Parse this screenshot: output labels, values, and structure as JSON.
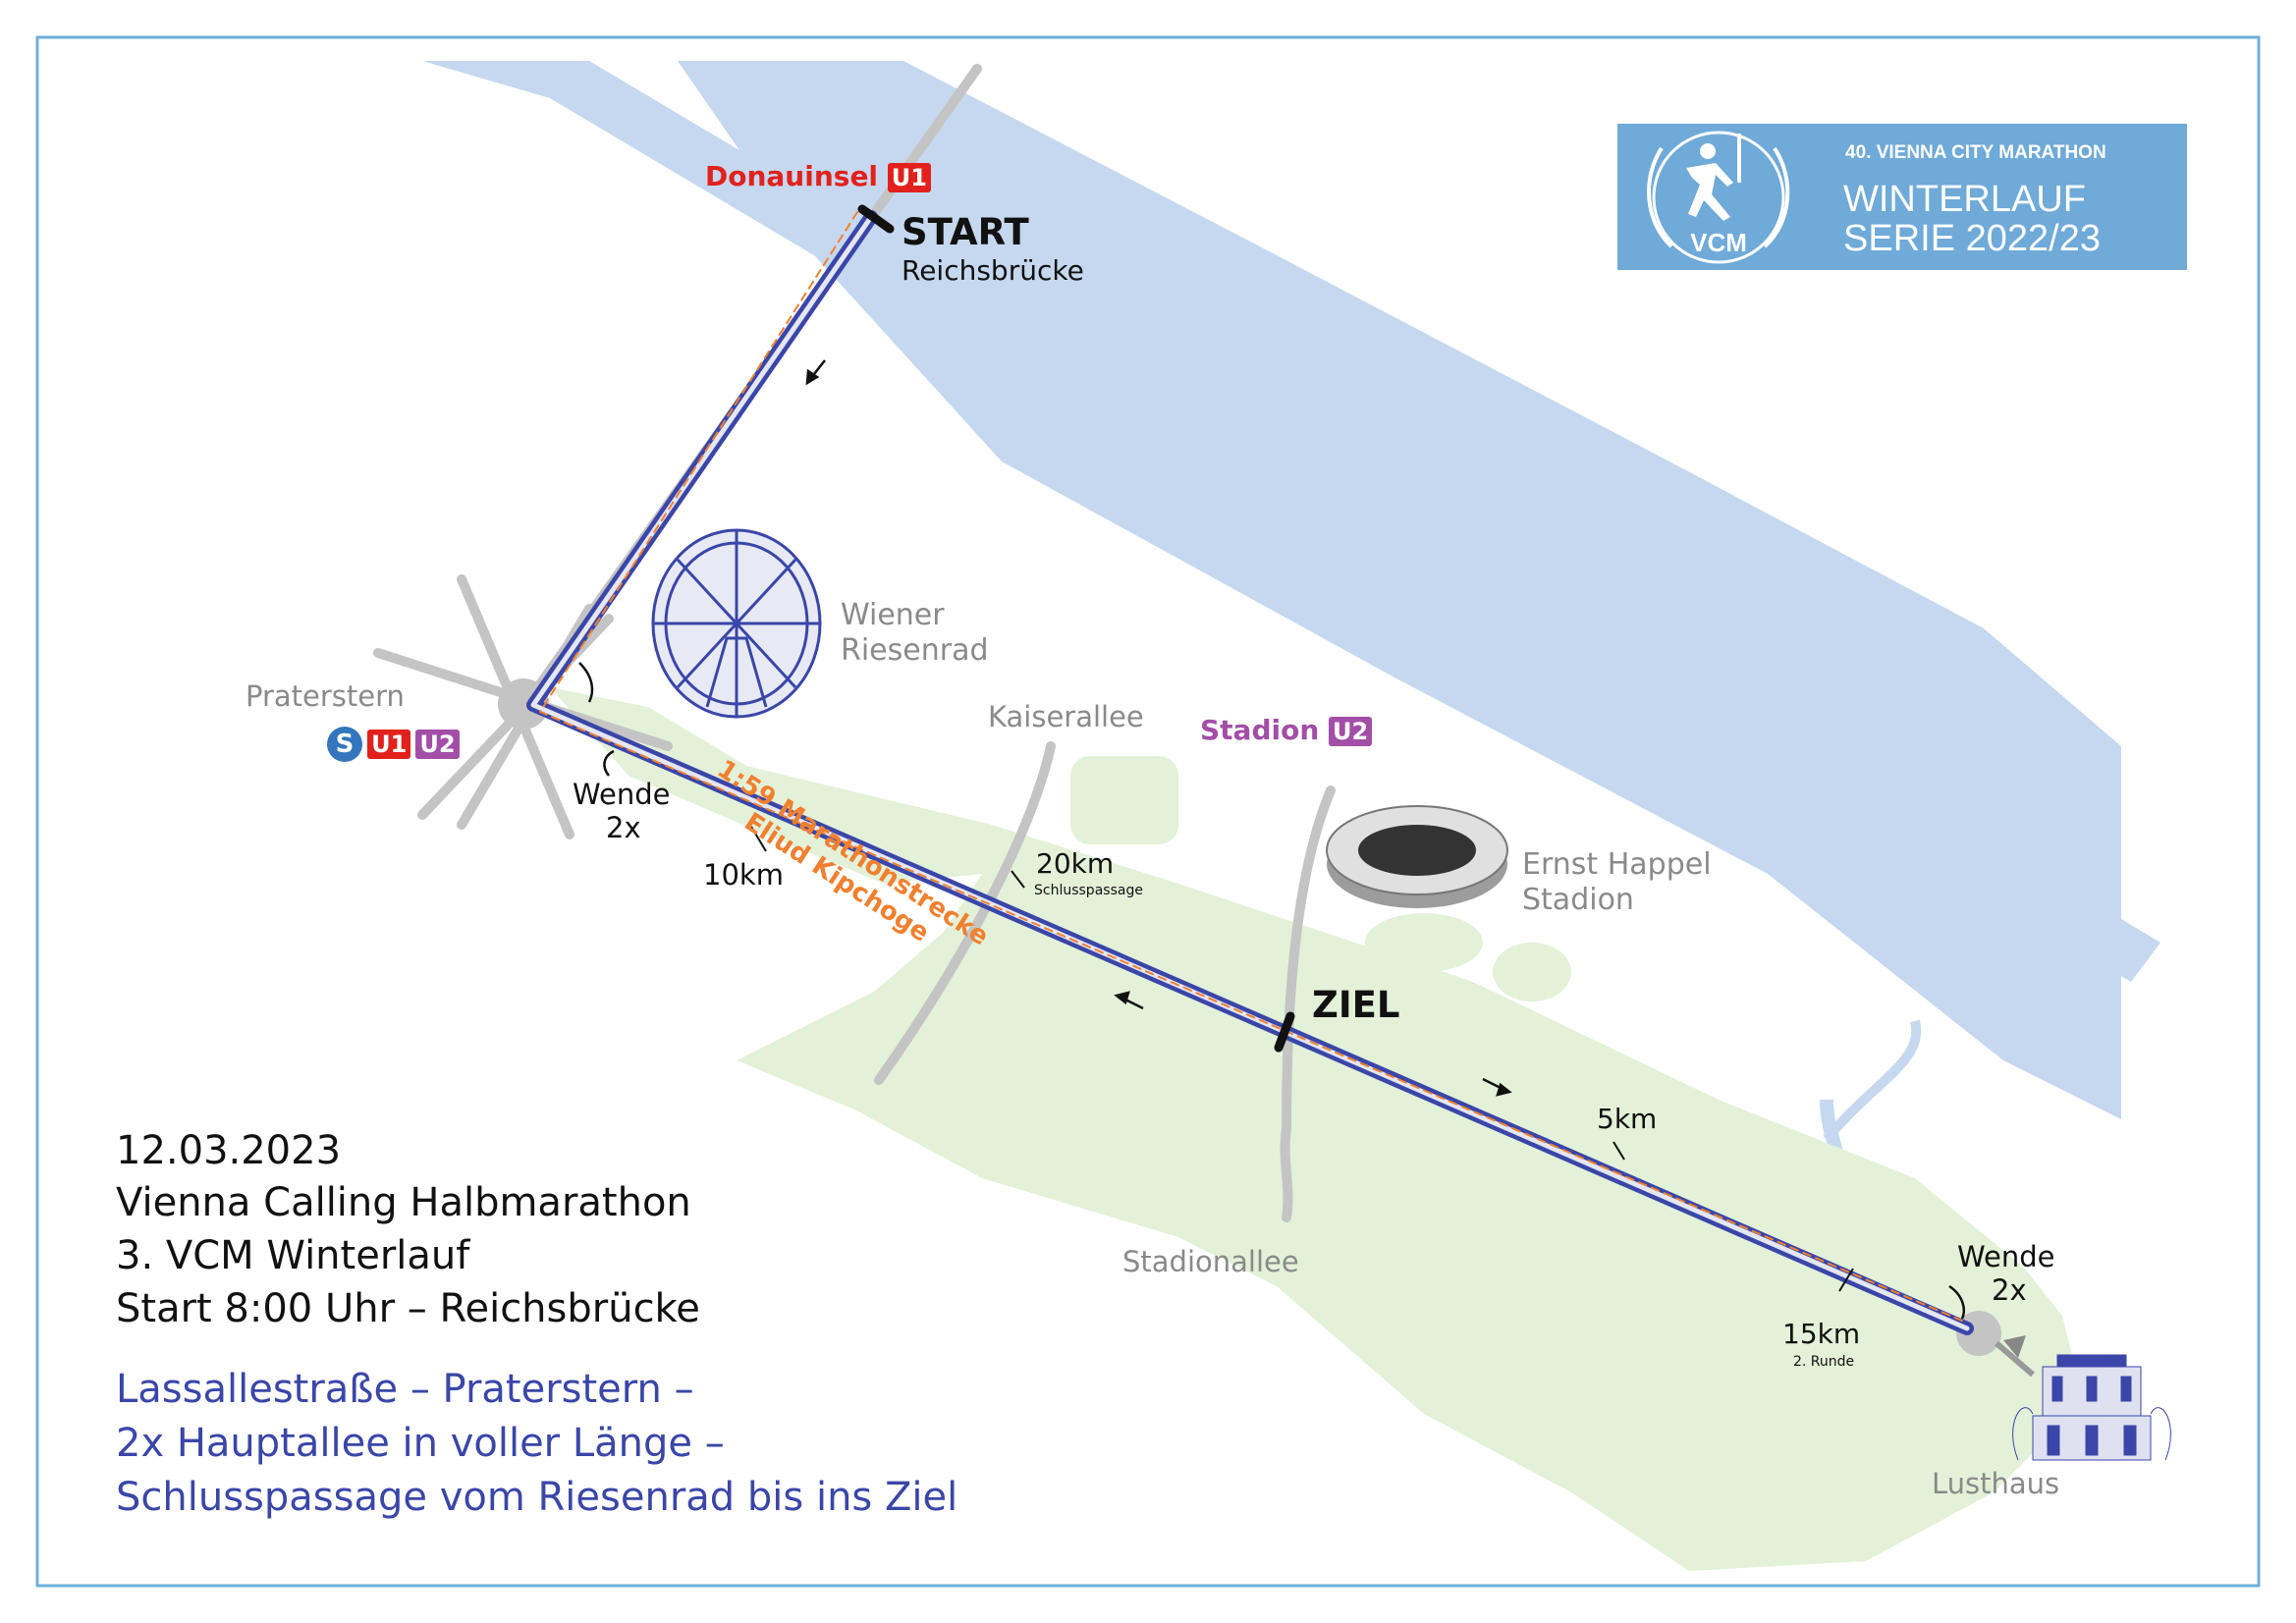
{
  "colors": {
    "river": "#c6d8ef",
    "park": "#e3f1d8",
    "route": "#3a46a8",
    "marathon_line": "#f08030",
    "u1": "#e2211c",
    "u2": "#a24ea7",
    "s_bahn": "#3476bd",
    "logo_bg": "#6faad8",
    "frame": "#6fb0da"
  },
  "logo": {
    "line1": "40. VIENNA CITY MARATHON",
    "line2": "WINTERLAUF",
    "line3": "SERIE 2022/23",
    "emblem": "VCM"
  },
  "stations": {
    "donauinsel": {
      "name": "Donauinsel",
      "line": "U1"
    },
    "praterstern": {
      "name": "Praterstern",
      "lines": [
        "S",
        "U1",
        "U2"
      ]
    },
    "stadion": {
      "name": "Stadion",
      "line": "U2"
    }
  },
  "places": {
    "start": "START",
    "reichsbruecke": "Reichsbrücke",
    "riesenrad": [
      "Wiener",
      "Riesenrad"
    ],
    "kaiserallee": "Kaiserallee",
    "stadionallee": "Stadionallee",
    "stadion": [
      "Ernst Happel",
      "Stadion"
    ],
    "ziel": "ZIEL",
    "lusthaus": "Lusthaus"
  },
  "markers": {
    "wende_left": [
      "Wende",
      "2x"
    ],
    "wende_right": [
      "Wende",
      "2x"
    ],
    "km10": "10km",
    "km20": "20km",
    "km20_note": "Schlusspassage",
    "km5": "5km",
    "km15": "15km",
    "km15_note": "2. Runde"
  },
  "marathon_route": {
    "line1": "1:59 Marathonstrecke",
    "line2": "Eliud Kipchoge"
  },
  "event": {
    "date": "12.03.2023",
    "name": "Vienna Calling Halbmarathon",
    "series": "3. VCM Winterlauf",
    "start": "Start 8:00 Uhr – Reichsbrücke",
    "route_desc": [
      "Lassallestraße – Praterstern –",
      "2x Hauptallee in voller Länge –",
      "Schlusspassage vom Riesenrad bis ins Ziel"
    ]
  },
  "icons": [
    "ferris-wheel-icon",
    "stadium-icon",
    "lusthaus-icon",
    "runner-icon",
    "laurel-icon",
    "direction-arrow-icon"
  ]
}
